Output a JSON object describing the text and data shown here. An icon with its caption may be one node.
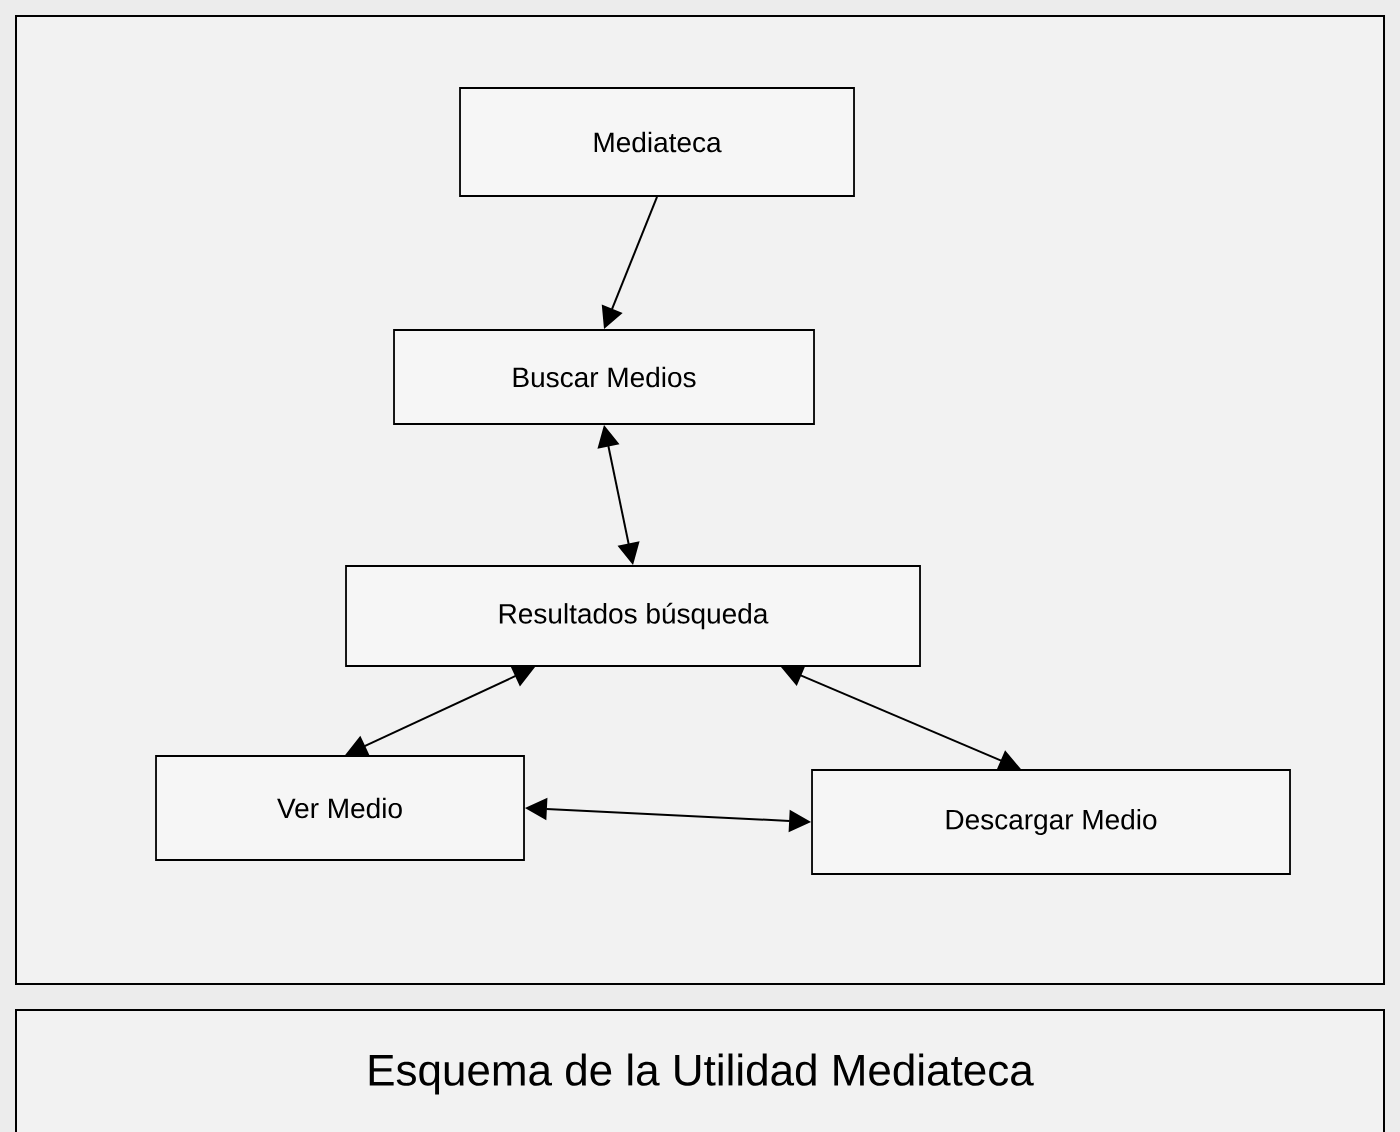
{
  "diagram": {
    "caption": "Esquema de la Utilidad Mediateca",
    "nodes": [
      {
        "text": [
          "Mediateca"
        ]
      },
      {
        "text": [
          "Buscar Medios"
        ]
      },
      {
        "text": [
          "Resultados búsqueda"
        ]
      },
      {
        "text": [
          "Ver Medio"
        ]
      },
      {
        "text": [
          "Descargar Medio"
        ]
      }
    ],
    "edges": [
      {
        "from": 0,
        "to": 1,
        "arrow": "to"
      },
      {
        "from": 1,
        "to": 2,
        "arrow": "both"
      },
      {
        "from": 2,
        "to": 3,
        "arrow": "both"
      },
      {
        "from": 2,
        "to": 4,
        "arrow": "both"
      },
      {
        "from": 3,
        "to": 4,
        "arrow": "both"
      }
    ]
  }
}
